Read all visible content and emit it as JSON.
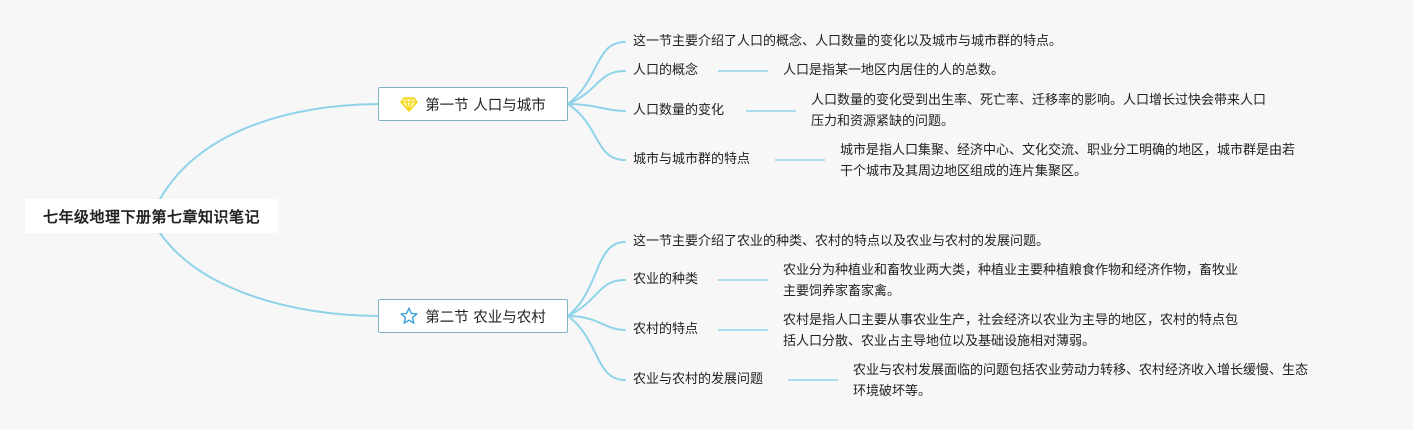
{
  "root": {
    "label": "七年级地理下册第七章知识笔记"
  },
  "sections": [
    {
      "icon": "gem-icon",
      "label": "第一节 人口与城市",
      "summary": "这一节主要介绍了人口的概念、人口数量的变化以及城市与城市群的特点。",
      "topics": [
        {
          "label": "人口的概念",
          "detail": [
            "人口是指某一地区内居住的人的总数。"
          ]
        },
        {
          "label": "人口数量的变化",
          "detail": [
            "人口数量的变化受到出生率、死亡率、迁移率的影响。人口增长过快会带来人口",
            "压力和资源紧缺的问题。"
          ]
        },
        {
          "label": "城市与城市群的特点",
          "detail": [
            "城市是指人口集聚、经济中心、文化交流、职业分工明确的地区，城市群是由若",
            "干个城市及其周边地区组成的连片集聚区。"
          ]
        }
      ]
    },
    {
      "icon": "star-icon",
      "label": "第二节 农业与农村",
      "summary": "这一节主要介绍了农业的种类、农村的特点以及农业与农村的发展问题。",
      "topics": [
        {
          "label": "农业的种类",
          "detail": [
            "农业分为种植业和畜牧业两大类，种植业主要种植粮食作物和经济作物，畜牧业",
            "主要饲养家畜家禽。"
          ]
        },
        {
          "label": "农村的特点",
          "detail": [
            "农村是指人口主要从事农业生产，社会经济以农业为主导的地区，农村的特点包",
            "括人口分散、农业占主导地位以及基础设施相对薄弱。"
          ]
        },
        {
          "label": "农业与农村的发展问题",
          "detail": [
            "农业与农村发展面临的问题包括农业劳动力转移、农村经济收入增长缓慢、生态",
            "环境破坏等。"
          ]
        }
      ]
    }
  ],
  "colors": {
    "branch": "#8fd3ea",
    "leaf_line": "#8fd3ea",
    "node_border": "#7fb3c4",
    "gem": "#f5d10f",
    "star": "#3aa0d8"
  }
}
